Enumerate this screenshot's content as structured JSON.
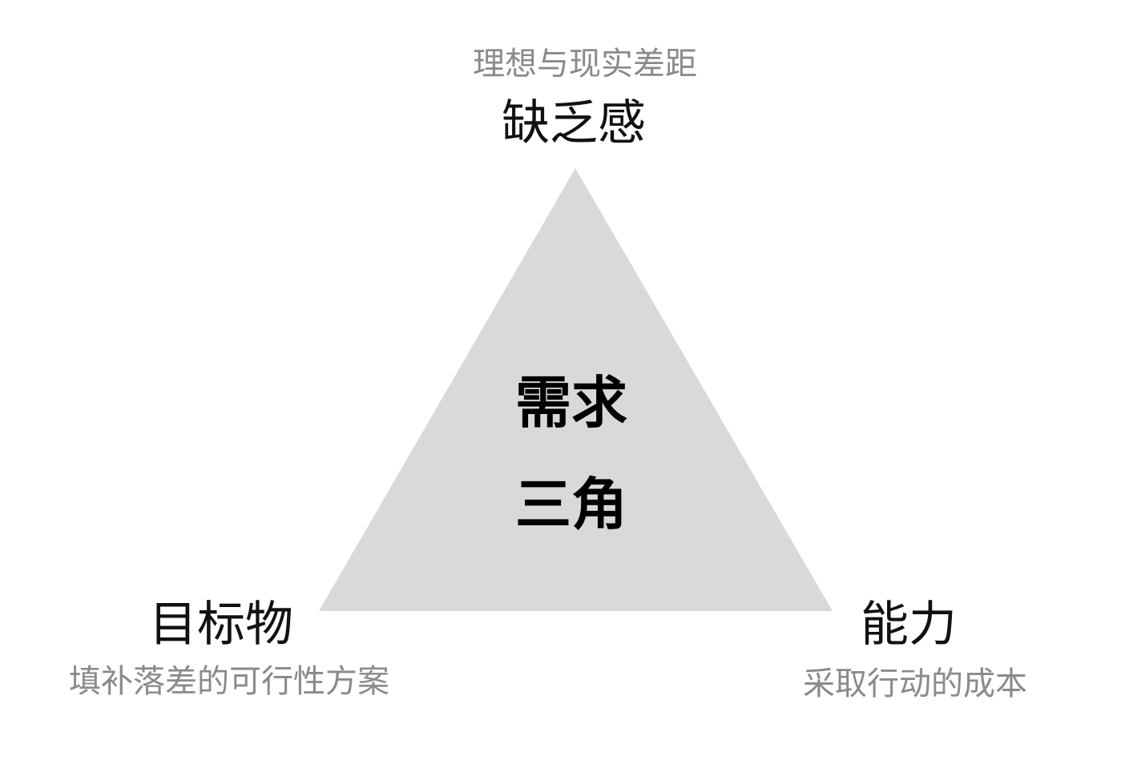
{
  "diagram": {
    "triangle_color": "#d9d9d9",
    "center": {
      "line1": "需求",
      "line2": "三角"
    },
    "top": {
      "title": "缺乏感",
      "subtitle": "理想与现实差距"
    },
    "bottom_left": {
      "title": "目标物",
      "subtitle": "填补落差的可行性方案"
    },
    "bottom_right": {
      "title": "能力",
      "subtitle": "采取行动的成本"
    }
  }
}
